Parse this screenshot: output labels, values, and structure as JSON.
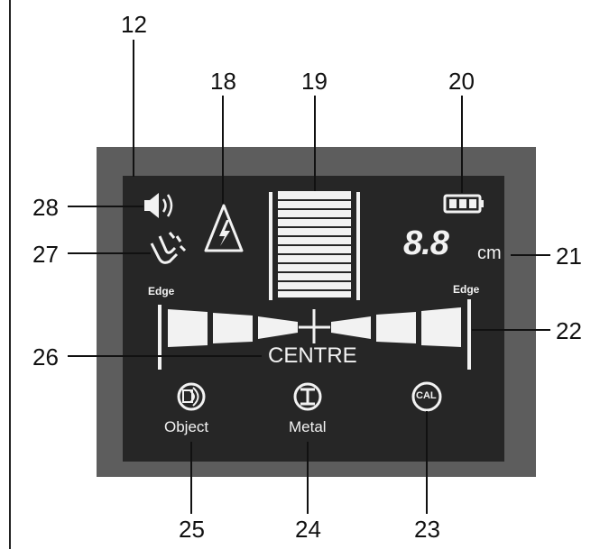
{
  "callouts": {
    "n12": "12",
    "n18": "18",
    "n19": "19",
    "n20": "20",
    "n28": "28",
    "n27": "27",
    "n21": "21",
    "n26": "26",
    "n22": "22",
    "n25": "25",
    "n24": "24",
    "n23": "23"
  },
  "display": {
    "digits": "8.8",
    "unit": "cm",
    "edge_left": "Edge",
    "edge_right": "Edge",
    "centre": "CENTRE",
    "object_label": "Object",
    "metal_label": "Metal",
    "cal_label": "CAL"
  },
  "icons": {
    "speaker": "speaker-icon",
    "magnet": "magnet-icon",
    "warning": "high-voltage-warning-icon",
    "battery": "battery-icon",
    "object": "object-mode-icon",
    "metal": "metal-mode-icon",
    "cal": "calibration-icon"
  },
  "colors": {
    "outer_frame": "#5d5d5d",
    "lcd_background": "#262626",
    "lcd_foreground": "#f2f2f2"
  }
}
